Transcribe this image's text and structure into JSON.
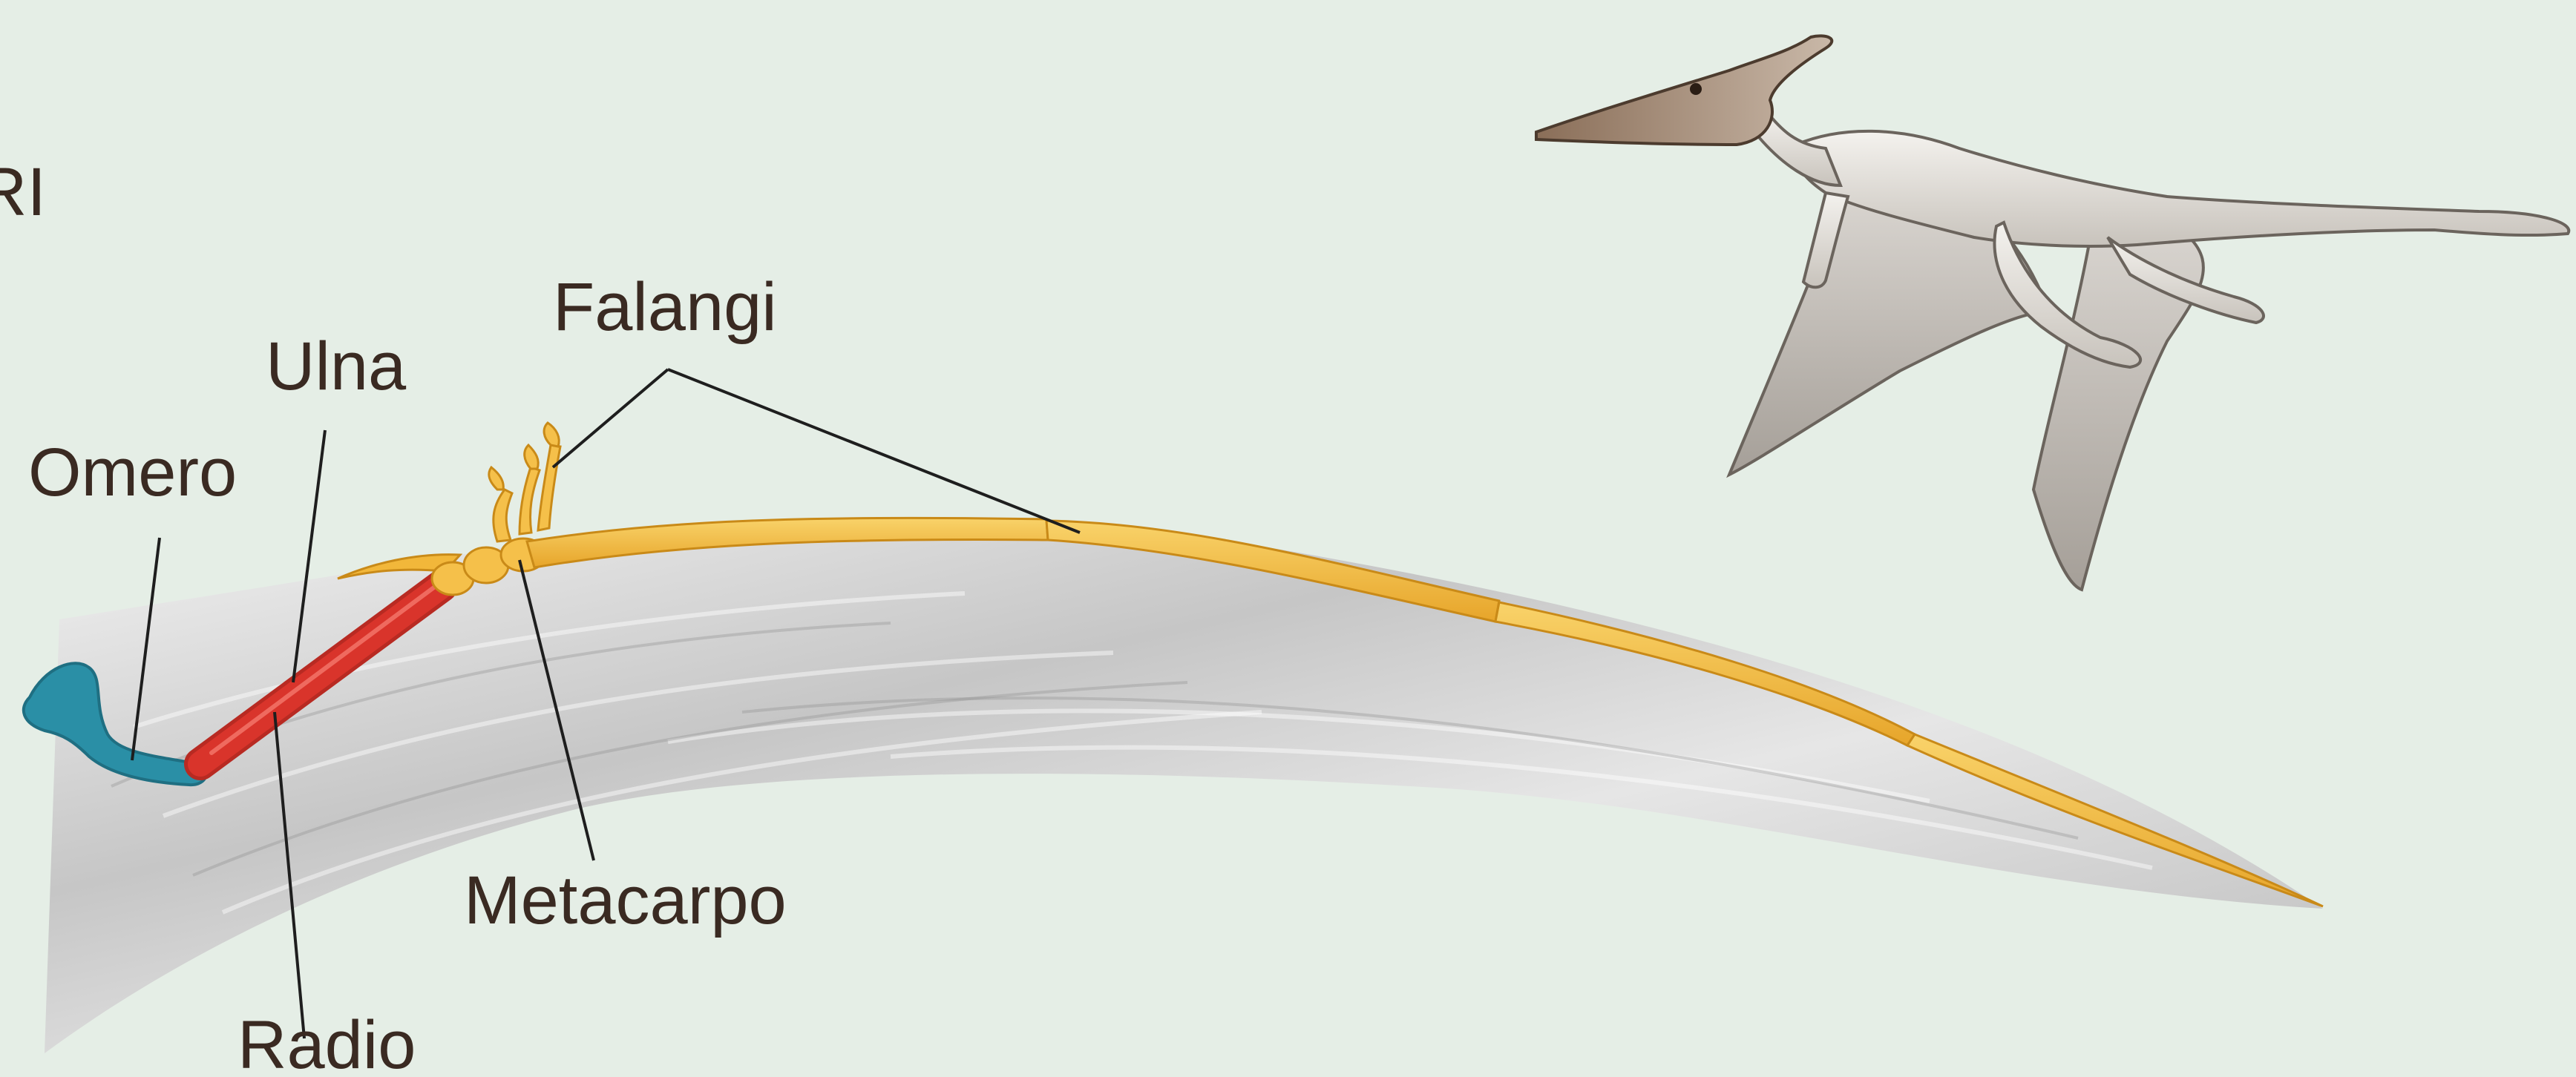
{
  "figure": {
    "partial_title": "RI",
    "labels": {
      "omero": "Omero",
      "ulna": "Ulna",
      "radio": "Radio",
      "metacarpo": "Metacarpo",
      "falangi": "Falangi"
    }
  },
  "colors": {
    "background": "#e5eee6",
    "omero_bone": "#2a8fa6",
    "ulna_radio_bone": "#d9342b",
    "hand_and_finger_bones": "#f2b73a",
    "wing_membrane": "#c9c9c9",
    "label_text": "#3a2a22",
    "leader_line": "#1e1e1e"
  }
}
